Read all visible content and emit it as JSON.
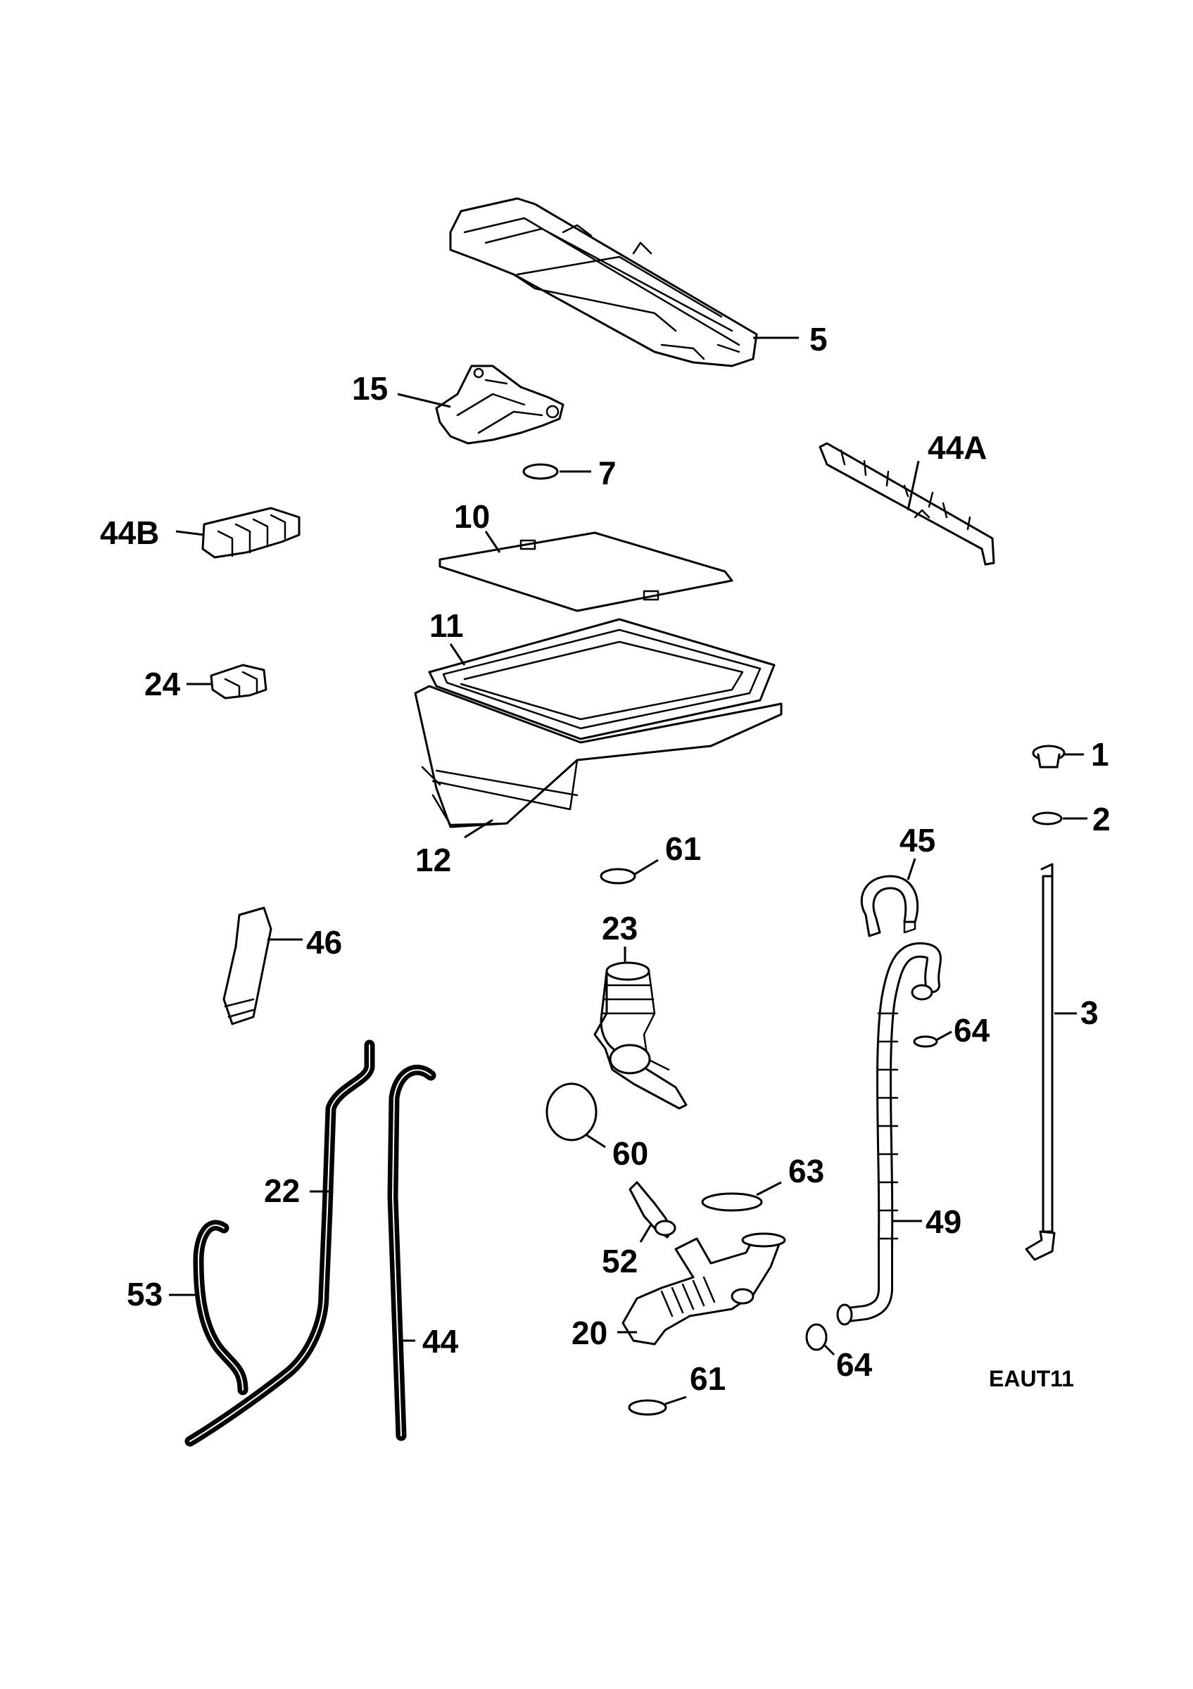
{
  "diagram_code": "EAUT11",
  "callouts": [
    {
      "id": "p1",
      "label": "1"
    },
    {
      "id": "p2",
      "label": "2"
    },
    {
      "id": "p3",
      "label": "3"
    },
    {
      "id": "p5",
      "label": "5"
    },
    {
      "id": "p7",
      "label": "7"
    },
    {
      "id": "p10",
      "label": "10"
    },
    {
      "id": "p11",
      "label": "11"
    },
    {
      "id": "p12",
      "label": "12"
    },
    {
      "id": "p15",
      "label": "15"
    },
    {
      "id": "p20",
      "label": "20"
    },
    {
      "id": "p22",
      "label": "22"
    },
    {
      "id": "p23",
      "label": "23"
    },
    {
      "id": "p24",
      "label": "24"
    },
    {
      "id": "p44",
      "label": "44"
    },
    {
      "id": "p44A",
      "label": "44A"
    },
    {
      "id": "p44B",
      "label": "44B"
    },
    {
      "id": "p45",
      "label": "45"
    },
    {
      "id": "p46",
      "label": "46"
    },
    {
      "id": "p49",
      "label": "49"
    },
    {
      "id": "p52",
      "label": "52"
    },
    {
      "id": "p53",
      "label": "53"
    },
    {
      "id": "p60",
      "label": "60"
    },
    {
      "id": "p61a",
      "label": "61"
    },
    {
      "id": "p61b",
      "label": "61"
    },
    {
      "id": "p63",
      "label": "63"
    },
    {
      "id": "p64a",
      "label": "64"
    },
    {
      "id": "p64b",
      "label": "64"
    }
  ]
}
